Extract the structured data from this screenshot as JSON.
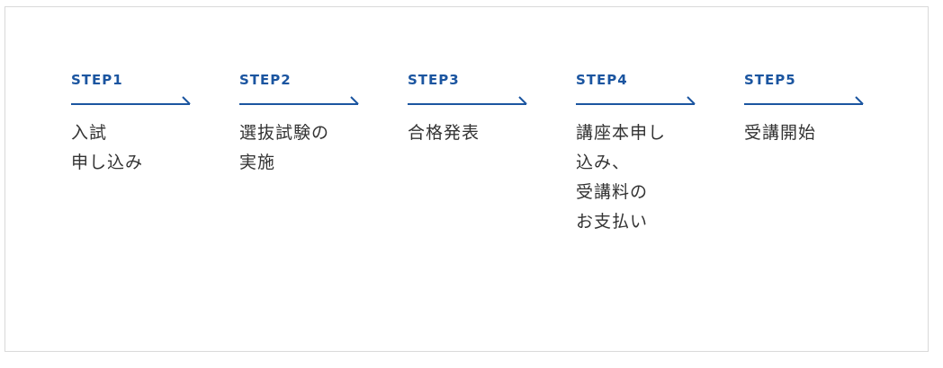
{
  "steps": [
    {
      "label": "STEP1",
      "lines": [
        "入試",
        "申し込み"
      ]
    },
    {
      "label": "STEP2",
      "lines": [
        "選抜試験の",
        "実施"
      ]
    },
    {
      "label": "STEP3",
      "lines": [
        "合格発表"
      ]
    },
    {
      "label": "STEP4",
      "lines": [
        "講座本申し",
        "込み、",
        "受講料の",
        "お支払い"
      ]
    },
    {
      "label": "STEP5",
      "lines": [
        "受講開始"
      ]
    }
  ],
  "colors": {
    "accent": "#1b55a0",
    "text": "#333333",
    "border": "#d9d9d9"
  }
}
